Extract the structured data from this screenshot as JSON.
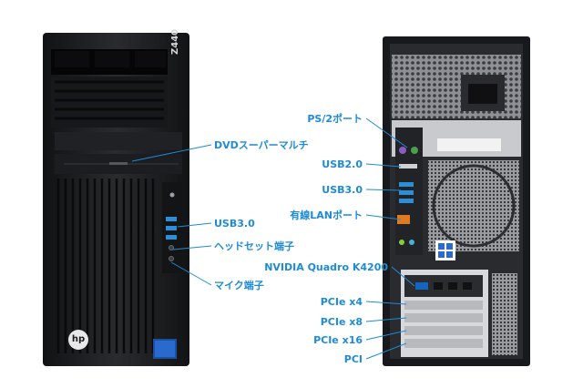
{
  "front": {
    "model_badge": "Z440",
    "brand_logo": "hp",
    "labels": {
      "optical": "DVDスーパーマルチ",
      "usb": "USB3.0",
      "headset": "ヘッドセット端子",
      "mic": "マイク端子"
    }
  },
  "rear": {
    "labels": {
      "ps2": "PS/2ポート",
      "usb2": "USB2.0",
      "usb3": "USB3.0",
      "lan": "有線LANポート",
      "gpu": "NVIDIA Quadro K4200",
      "pcie_x4": "PCIe x4",
      "pcie_x8": "PCIe x8",
      "pcie_x16": "PCIe x16",
      "pci": "PCI"
    }
  },
  "colors": {
    "label_blue": "#1e8bd6",
    "chassis_black": "#1a1b1e",
    "usb3_blue": "#2a8fd8",
    "ps2_purple": "#8a5cc0",
    "ps2_green": "#4aa04a",
    "lan_orange": "#e07a20"
  }
}
